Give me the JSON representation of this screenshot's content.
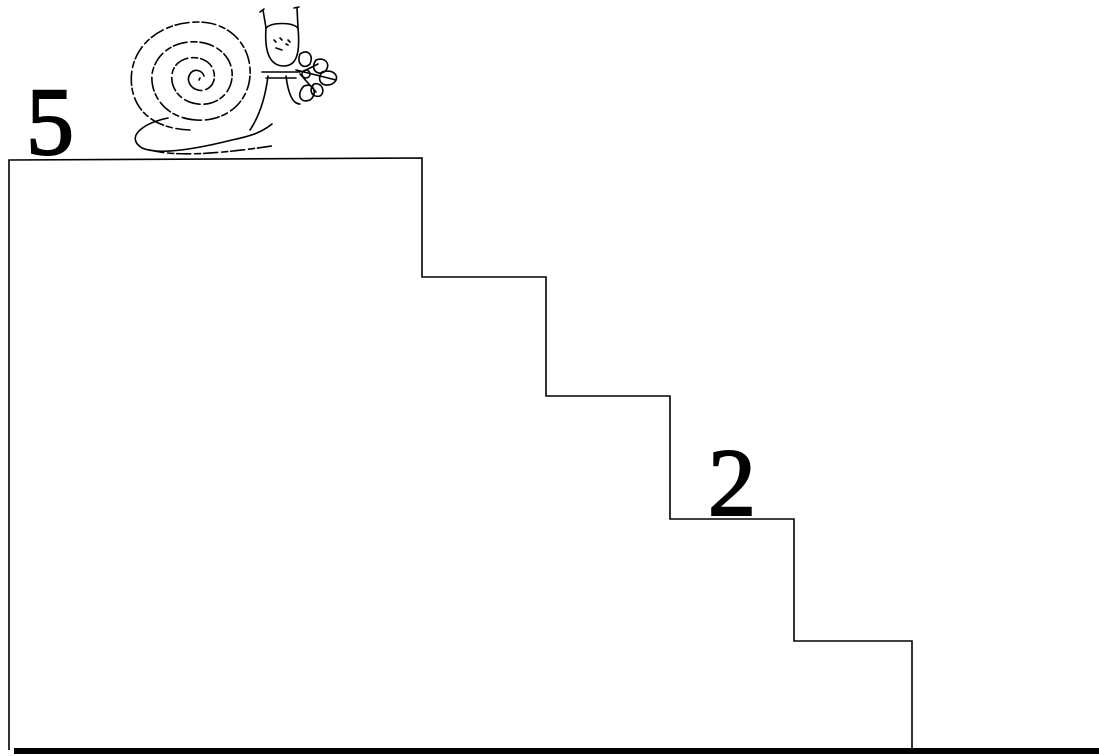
{
  "labels": {
    "top_step": "5",
    "middle_step": "2"
  },
  "illustration": {
    "character": "snail",
    "holding": "flower bouquet"
  },
  "colors": {
    "line": "#000000",
    "background": "#ffffff"
  }
}
